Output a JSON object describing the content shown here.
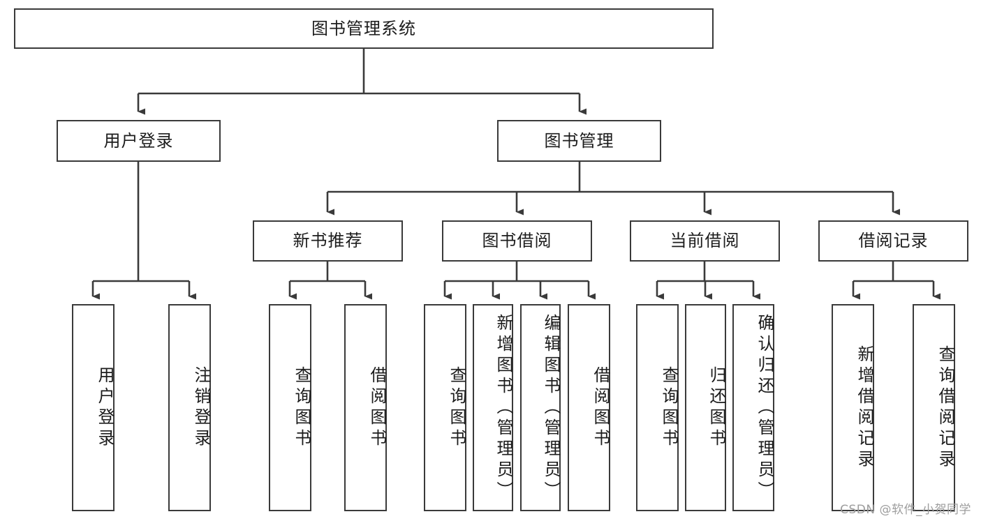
{
  "diagram": {
    "title": "图书管理系统",
    "type": "hierarchy-tree",
    "colors": {
      "box_border": "#3a3a3a",
      "box_fill": "#ffffff",
      "connector": "#3a3a3a",
      "text": "#1c1c1c",
      "watermark": "#9d9d9d"
    },
    "levels": {
      "root": {
        "label": "图书管理系统"
      },
      "level2": [
        {
          "id": "user-login",
          "label": "用户登录"
        },
        {
          "id": "book-management",
          "label": "图书管理"
        }
      ],
      "level3": [
        {
          "id": "new-book-recommend",
          "label": "新书推荐",
          "parent": "book-management"
        },
        {
          "id": "book-borrow",
          "label": "图书借阅",
          "parent": "book-management"
        },
        {
          "id": "current-borrow",
          "label": "当前借阅",
          "parent": "book-management"
        },
        {
          "id": "borrow-record",
          "label": "借阅记录",
          "parent": "book-management"
        }
      ],
      "leaves": [
        {
          "id": "leaf-user-login",
          "label": "用户登录",
          "parent": "user-login"
        },
        {
          "id": "leaf-logout-login",
          "label": "注销登录",
          "parent": "user-login"
        },
        {
          "id": "leaf-query-book-1",
          "label": "查询图书",
          "parent": "new-book-recommend"
        },
        {
          "id": "leaf-borrow-book-1",
          "label": "借阅图书",
          "parent": "new-book-recommend"
        },
        {
          "id": "leaf-query-book-2",
          "label": "查询图书",
          "parent": "book-borrow"
        },
        {
          "id": "leaf-add-book",
          "label": "新增图书（管理员）",
          "parent": "book-borrow"
        },
        {
          "id": "leaf-edit-book",
          "label": "编辑图书（管理员）",
          "parent": "book-borrow"
        },
        {
          "id": "leaf-borrow-book-2",
          "label": "借阅图书",
          "parent": "book-borrow"
        },
        {
          "id": "leaf-query-book-3",
          "label": "查询图书",
          "parent": "current-borrow"
        },
        {
          "id": "leaf-return-book",
          "label": "归还图书",
          "parent": "current-borrow"
        },
        {
          "id": "leaf-confirm-return",
          "label": "确认归还（管理员）",
          "parent": "current-borrow"
        },
        {
          "id": "leaf-add-record",
          "label": "新增借阅记录",
          "parent": "borrow-record"
        },
        {
          "id": "leaf-query-record",
          "label": "查询借阅记录",
          "parent": "borrow-record"
        }
      ]
    }
  },
  "watermark": {
    "text": "CSDN @软件_小贺同学"
  }
}
